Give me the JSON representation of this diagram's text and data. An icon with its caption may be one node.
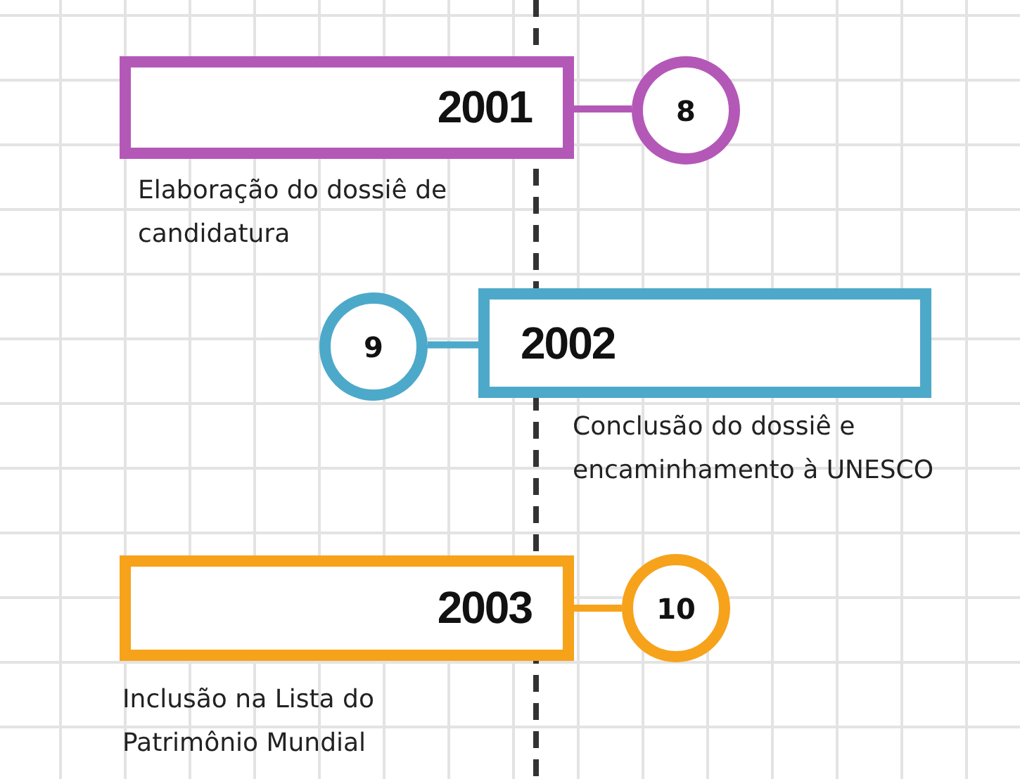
{
  "diagram": {
    "nodes": [
      {
        "text": [
          "2001"
        ],
        "beside": [
          "Elaboração do dossiê de candidatura"
        ]
      },
      {
        "text": [
          "8"
        ]
      },
      {
        "text": [
          "9"
        ]
      },
      {
        "text": [
          "2002"
        ],
        "beside": [
          "Conclusão do dossiê e encaminhamento à UNESCO"
        ]
      },
      {
        "text": [
          "2003"
        ],
        "beside": [
          "Inclusão na Lista do Patrimônio Mundial"
        ]
      },
      {
        "text": [
          "10"
        ]
      }
    ],
    "edges": [
      {
        "from": 0,
        "to": 1,
        "arrow": "none",
        "color": "#b458b8"
      },
      {
        "from": 2,
        "to": 3,
        "arrow": "none",
        "color": "#4da9c9"
      },
      {
        "from": 4,
        "to": 5,
        "arrow": "none",
        "color": "#f7a21b"
      }
    ]
  }
}
